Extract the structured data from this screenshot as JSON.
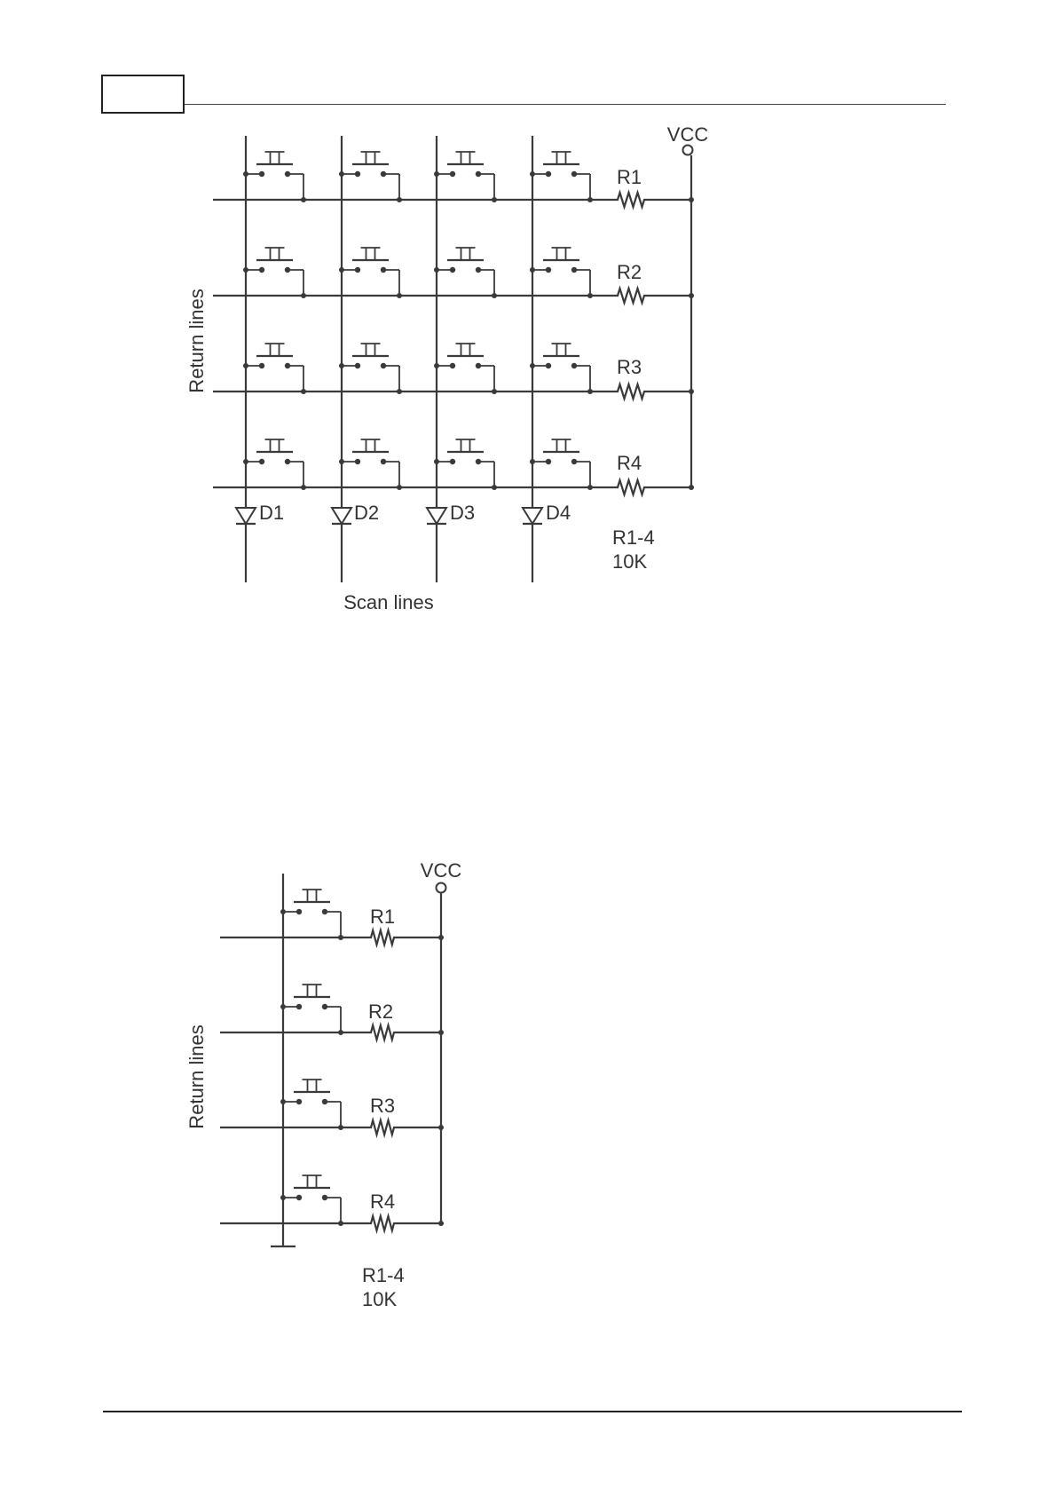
{
  "diagram_top": {
    "vcc_label": "VCC",
    "resistors": [
      "R1",
      "R2",
      "R3",
      "R4"
    ],
    "diodes": [
      "D1",
      "D2",
      "D3",
      "D4"
    ],
    "resistor_group_label": "R1-4",
    "resistor_value": "10K",
    "return_lines_label": "Return lines",
    "scan_lines_label": "Scan lines"
  },
  "diagram_bottom": {
    "vcc_label": "VCC",
    "resistors": [
      "R1",
      "R2",
      "R3",
      "R4"
    ],
    "resistor_group_label": "R1-4",
    "resistor_value": "10K",
    "return_lines_label": "Return lines"
  }
}
